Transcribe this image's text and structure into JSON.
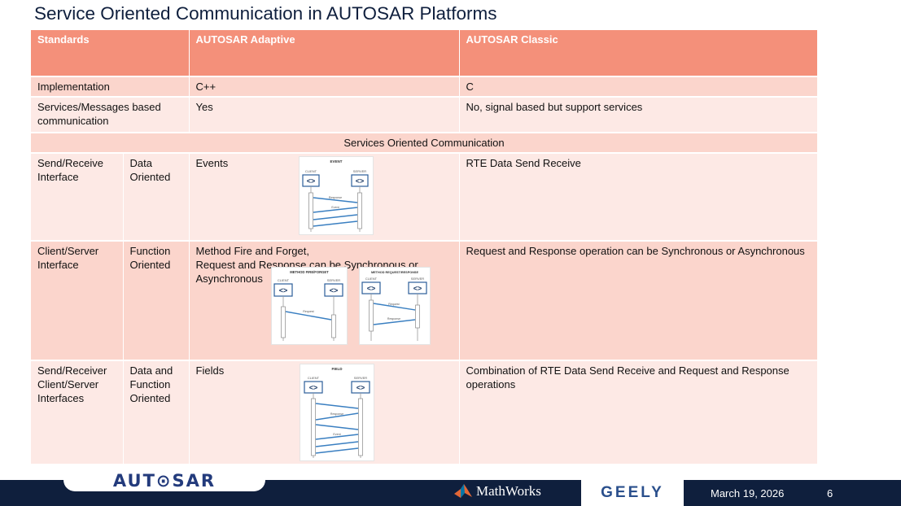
{
  "slide": {
    "title": "Service Oriented Communication in AUTOSAR Platforms"
  },
  "table": {
    "header": {
      "col1": "Standards",
      "col2": "AUTOSAR Adaptive",
      "col3": "AUTOSAR Classic"
    },
    "rows": [
      {
        "label": "Implementation",
        "adaptive": "C++",
        "classic": "C"
      },
      {
        "label": "Services/Messages based communication",
        "adaptive": "Yes",
        "classic": "No, signal based but support services"
      }
    ],
    "section_title": "Services Oriented Communication",
    "soc_rows": [
      {
        "interface": "Send/Receive Interface",
        "orientation": "Data Oriented",
        "adaptive": "Events",
        "classic": "RTE Data Send Receive",
        "diagram": {
          "title": "EVENT",
          "client": "CLIENT",
          "server": "SERVER",
          "arrows": [
            "Response",
            "Event"
          ]
        }
      },
      {
        "interface": "Client/Server Interface",
        "orientation": "Function Oriented",
        "adaptive_line1": "Method Fire and Forget,",
        "adaptive_line2": "Request and Response can be Synchronous or",
        "adaptive_line3": "Asynchronous",
        "classic": "Request and Response operation can be Synchronous or Asynchronous",
        "diagram_a": {
          "title": "METHOD FIRE/FORGET",
          "client": "CLIENT",
          "server": "SERVER",
          "arrows": [
            "Request"
          ]
        },
        "diagram_b": {
          "title": "METHOD REQUEST/RESPONSE",
          "client": "CLIENT",
          "server": "SERVER",
          "arrows": [
            "Request",
            "Response"
          ]
        }
      },
      {
        "interface": "Send/Receiver Client/Server Interfaces",
        "orientation": "Data and Function Oriented",
        "adaptive": "Fields",
        "classic": "Combination of RTE Data Send Receive  and Request and Response operations",
        "diagram": {
          "title": "FIELD",
          "client": "CLIENT",
          "server": "SERVER",
          "arrows": [
            "Response",
            "Event"
          ]
        }
      }
    ]
  },
  "footer": {
    "autosar_logo": "AUT⊙SAR",
    "mathworks_logo": "MathWorks",
    "geely_logo": "GEELY",
    "date": "March 19, 2026",
    "page": "6",
    "icons": [
      "mathworks-membrane-icon"
    ]
  },
  "colors": {
    "header": "#f4907a",
    "row_dark": "#fbd5cc",
    "row_light": "#fde9e5",
    "navy": "#0f1f3d",
    "diagram_line": "#3a7fc1"
  }
}
